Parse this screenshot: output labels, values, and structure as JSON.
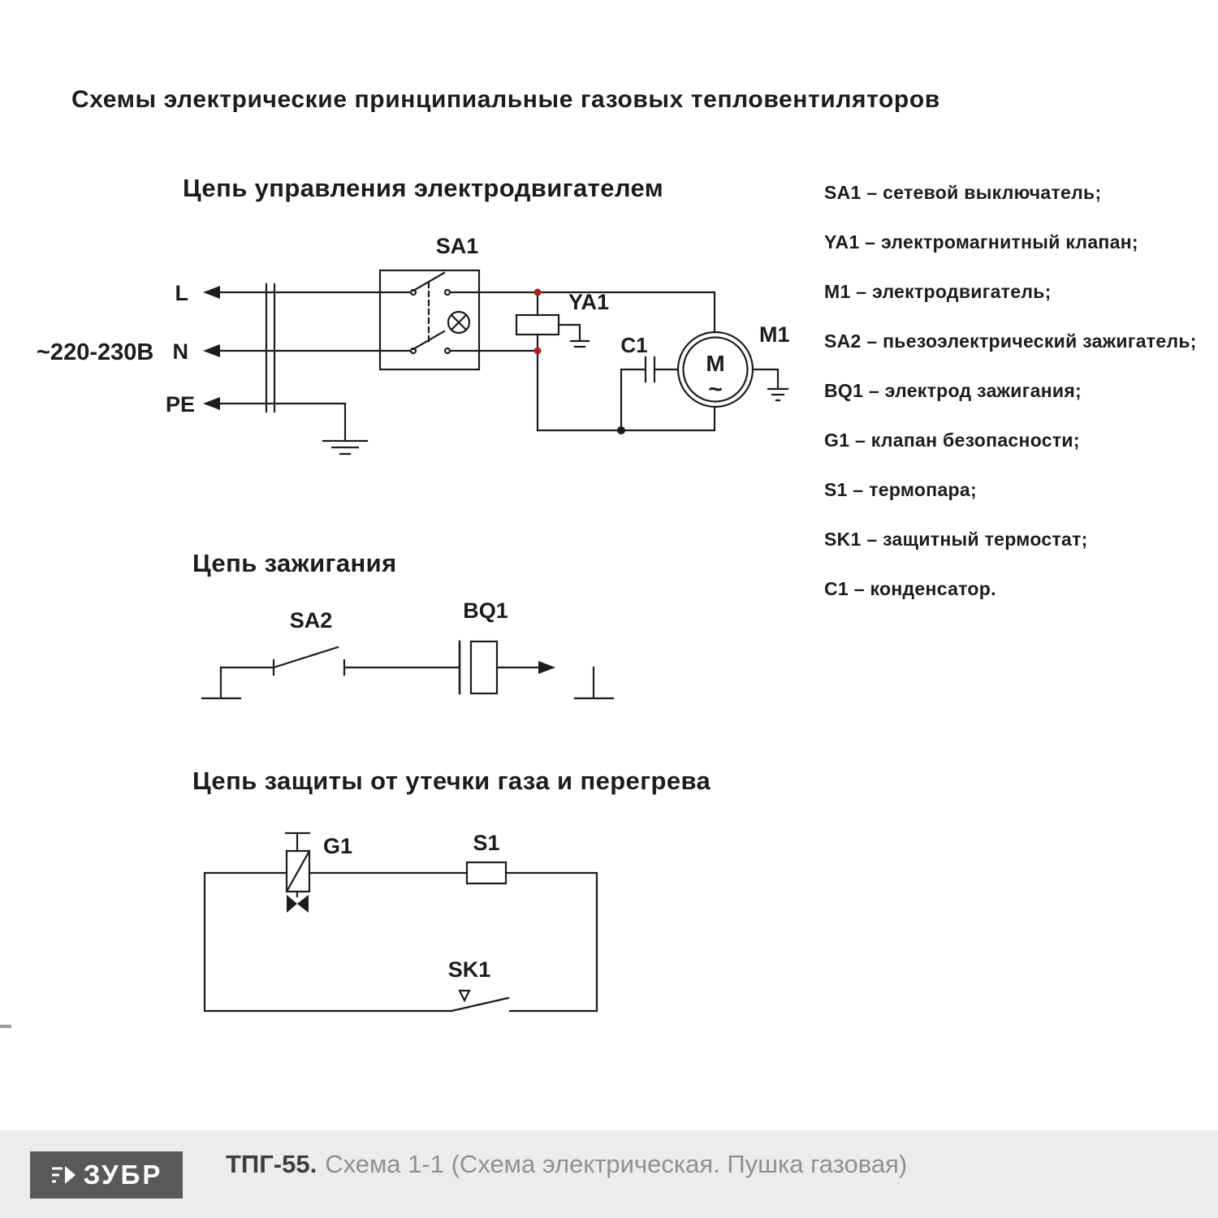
{
  "page": {
    "title": "Схемы электрические принципиальные газовых тепловентиляторов"
  },
  "motor_circuit": {
    "title": "Цепь управления электродвигателем",
    "supply": "~220-230В",
    "line_l": "L",
    "line_n": "N",
    "line_pe": "PE",
    "sa1": "SA1",
    "ya1": "YA1",
    "c1": "C1",
    "m1": "M1",
    "motor_letter": "M",
    "motor_ac": "~"
  },
  "ignition_circuit": {
    "title": "Цепь зажигания",
    "sa2": "SA2",
    "bq1": "BQ1"
  },
  "protection_circuit": {
    "title": "Цепь защиты от утечки газа и перегрева",
    "g1": "G1",
    "s1": "S1",
    "sk1": "SK1"
  },
  "legend": {
    "items": [
      {
        "text": "SA1 – сетевой выключатель;"
      },
      {
        "text": "YA1 – электромагнитный клапан;"
      },
      {
        "text": "M1 – электродвигатель;"
      },
      {
        "text": "SA2 – пьезоэлектрический зажигатель;"
      },
      {
        "text": "BQ1 – электрод зажигания;"
      },
      {
        "text": "G1 – клапан безопасности;"
      },
      {
        "text": "S1 – термопара;"
      },
      {
        "text": "SK1 – защитный термостат;"
      },
      {
        "text": "C1 – конденсатор."
      }
    ]
  },
  "footer": {
    "brand": "ЗУБР",
    "model": "ТПГ-55.",
    "caption": "Схема 1-1 (Схема электрическая. Пушка газовая)"
  },
  "colors": {
    "line": "#1c1c1c",
    "junction_red": "#b22222",
    "footer_bg": "#ececec",
    "logo_bg": "#58595b",
    "caption_gray": "#909090"
  }
}
